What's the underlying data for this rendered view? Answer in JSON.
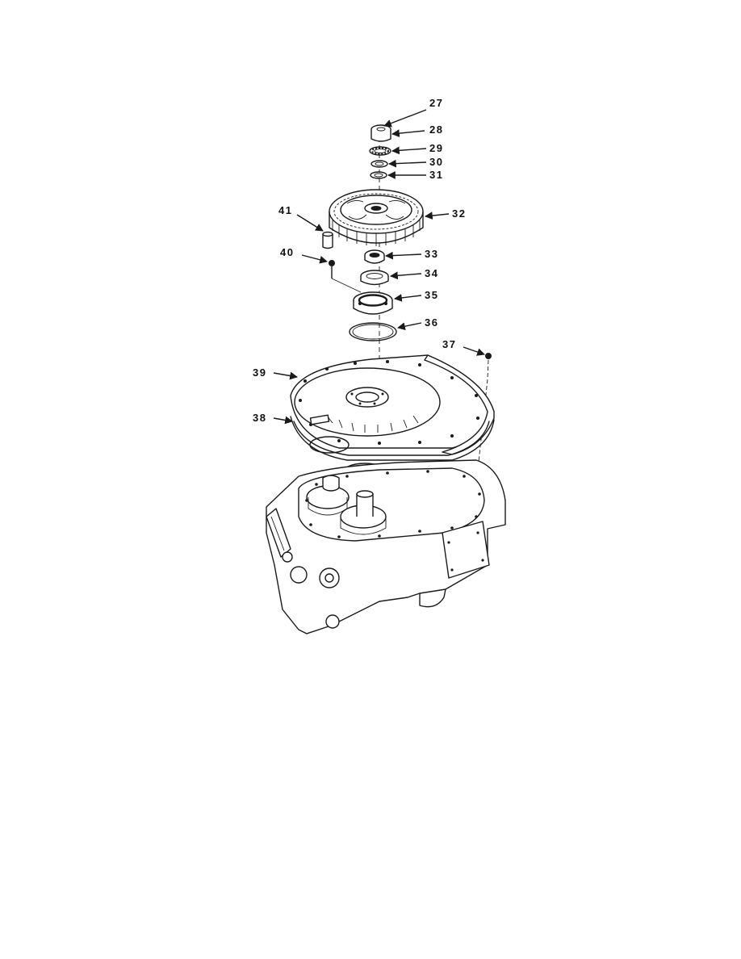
{
  "figure": {
    "callouts": [
      {
        "id": "27",
        "label": "27"
      },
      {
        "id": "28",
        "label": "28"
      },
      {
        "id": "29",
        "label": "29"
      },
      {
        "id": "30",
        "label": "30"
      },
      {
        "id": "31",
        "label": "31"
      },
      {
        "id": "32",
        "label": "32"
      },
      {
        "id": "33",
        "label": "33"
      },
      {
        "id": "34",
        "label": "34"
      },
      {
        "id": "35",
        "label": "35"
      },
      {
        "id": "36",
        "label": "36"
      },
      {
        "id": "37",
        "label": "37"
      },
      {
        "id": "38",
        "label": "38"
      },
      {
        "id": "39",
        "label": "39"
      },
      {
        "id": "40",
        "label": "40"
      },
      {
        "id": "41",
        "label": "41"
      }
    ]
  }
}
